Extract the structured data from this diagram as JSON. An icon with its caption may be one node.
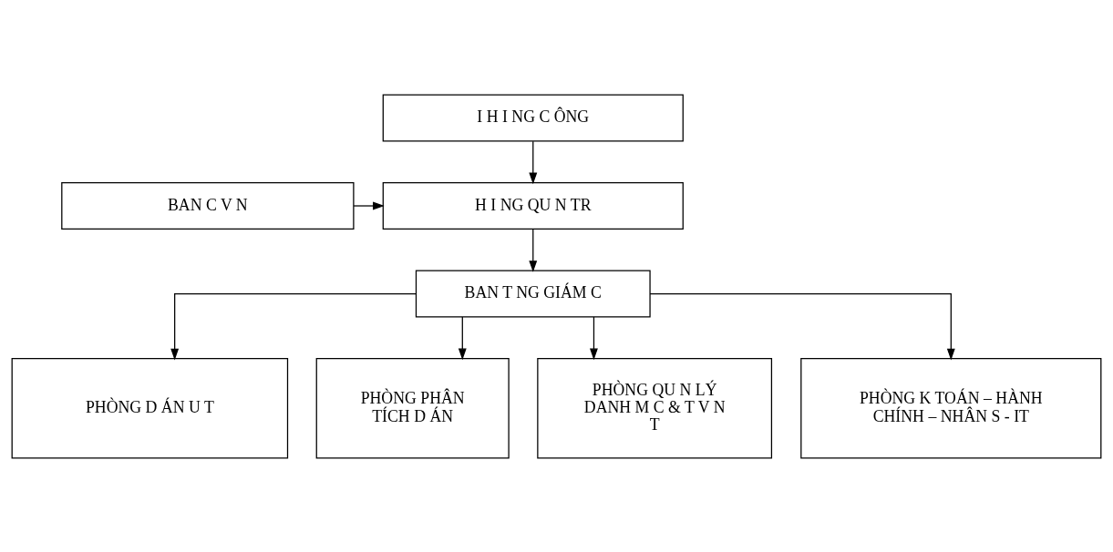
{
  "diagram": {
    "nodes": [
      {
        "text": [
          "I H I NG C ÔNG"
        ]
      },
      {
        "text": [
          "BAN C V N"
        ]
      },
      {
        "text": [
          "H I NG QU N TR"
        ]
      },
      {
        "text": [
          "BAN T NG GIÁM C"
        ]
      },
      {
        "text": [
          "PHÒNG D ÁN U T"
        ]
      },
      {
        "text": [
          "PHÒNG PHÂN TÍCH D ÁN"
        ]
      },
      {
        "text": [
          "PHÒNG QU N LÝ DANH M C & T V N T"
        ]
      },
      {
        "text": [
          "PHÒNG K TOÁN – HÀNH CHÍNH – NHÂN S - IT"
        ]
      }
    ],
    "edges": [
      {
        "from": 0,
        "to": 2,
        "arrow": "to"
      },
      {
        "from": 1,
        "to": 2,
        "arrow": "to"
      },
      {
        "from": 2,
        "to": 3,
        "arrow": "to"
      },
      {
        "from": 3,
        "to": 4,
        "arrow": "to"
      },
      {
        "from": 3,
        "to": 5,
        "arrow": "to"
      },
      {
        "from": 3,
        "to": 6,
        "arrow": "to"
      },
      {
        "from": 3,
        "to": 7,
        "arrow": "to"
      }
    ]
  }
}
